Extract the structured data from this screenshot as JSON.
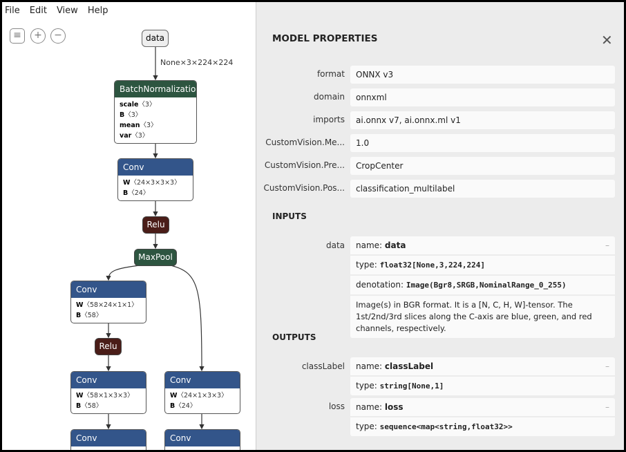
{
  "menu": [
    "File",
    "Edit",
    "View",
    "Help"
  ],
  "graph": {
    "input": "data",
    "edge_label": "None×3×224×224",
    "batchnorm": {
      "title": "BatchNormalization",
      "attrs": [
        [
          "scale",
          "〈3〉"
        ],
        [
          "B",
          "〈3〉"
        ],
        [
          "mean",
          "〈3〉"
        ],
        [
          "var",
          "〈3〉"
        ]
      ]
    },
    "conv1": {
      "title": "Conv",
      "attrs": [
        [
          "W",
          "〈24×3×3×3〉"
        ],
        [
          "B",
          "〈24〉"
        ]
      ]
    },
    "relu": "Relu",
    "maxpool": "MaxPool",
    "conv2": {
      "title": "Conv",
      "attrs": [
        [
          "W",
          "〈58×24×1×1〉"
        ],
        [
          "B",
          "〈58〉"
        ]
      ]
    },
    "conv3": {
      "title": "Conv",
      "attrs": [
        [
          "W",
          "〈58×1×3×3〉"
        ],
        [
          "B",
          "〈58〉"
        ]
      ]
    },
    "conv4": {
      "title": "Conv",
      "attrs": [
        [
          "W",
          "〈24×1×3×3〉"
        ],
        [
          "B",
          "〈24〉"
        ]
      ]
    },
    "conv5": "Conv",
    "conv6": "Conv",
    "colors": {
      "conv": "#33558a",
      "norm": "#2d5540",
      "relu": "#4a1d18",
      "pool": "#2d5540"
    }
  },
  "panel": {
    "title": "MODEL PROPERTIES",
    "props": [
      [
        "format",
        "ONNX v3"
      ],
      [
        "domain",
        "onnxml"
      ],
      [
        "imports",
        "ai.onnx v7, ai.onnx.ml v1"
      ],
      [
        "CustomVision.Me...",
        "1.0"
      ],
      [
        "CustomVision.Pre...",
        "CropCenter"
      ],
      [
        "CustomVision.Pos...",
        "classification_multilabel"
      ]
    ],
    "inputs_title": "INPUTS",
    "input": {
      "label": "data",
      "name_key": "name: ",
      "name": "data",
      "type_key": "type: ",
      "type": "float32[None,3,224,224]",
      "den_key": "denotation: ",
      "denotation": "Image(Bgr8,SRGB,NominalRange_0_255)",
      "description": "Image(s) in BGR format. It is a [N, C, H, W]-tensor. The 1st/2nd/3rd slices along the C-axis are blue, green, and red channels, respectively."
    },
    "outputs_title": "OUTPUTS",
    "outputs": [
      {
        "label": "classLabel",
        "name": "classLabel",
        "type": "string[None,1]"
      },
      {
        "label": "loss",
        "name": "loss",
        "type": "sequence<map<string,float32>>"
      }
    ],
    "dash": "–"
  }
}
